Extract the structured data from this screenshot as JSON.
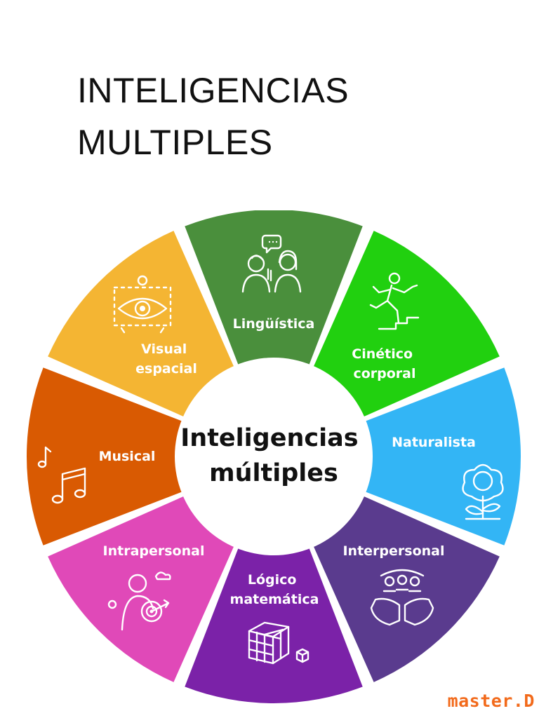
{
  "title": {
    "line1": "INTELIGENCIAS",
    "line2": "MULTIPLES"
  },
  "center": {
    "line1": "Inteligencias",
    "line2": "múltiples"
  },
  "segments": [
    {
      "line1": "Lingüística",
      "line2": "",
      "color": "#4a8f3c",
      "icon": "people-talking-icon"
    },
    {
      "line1": "Cinético",
      "line2": "corporal",
      "color": "#21d00f",
      "icon": "running-person-icon"
    },
    {
      "line1": "Naturalista",
      "line2": "",
      "color": "#33b5f5",
      "icon": "flower-icon"
    },
    {
      "line1": "Interpersonal",
      "line2": "",
      "color": "#5a3b8e",
      "icon": "hands-people-icon"
    },
    {
      "line1": "Lógico",
      "line2": "matemática",
      "color": "#7b22a8",
      "icon": "cube-icon"
    },
    {
      "line1": "Intrapersonal",
      "line2": "",
      "color": "#e049b8",
      "icon": "person-target-icon"
    },
    {
      "line1": "Musical",
      "line2": "",
      "color": "#d95a02",
      "icon": "music-notes-icon"
    },
    {
      "line1": "Visual",
      "line2": "espacial",
      "color": "#f4b533",
      "icon": "eye-icon"
    }
  ],
  "brand": {
    "text": "master.D",
    "color": "#f26a1b"
  }
}
